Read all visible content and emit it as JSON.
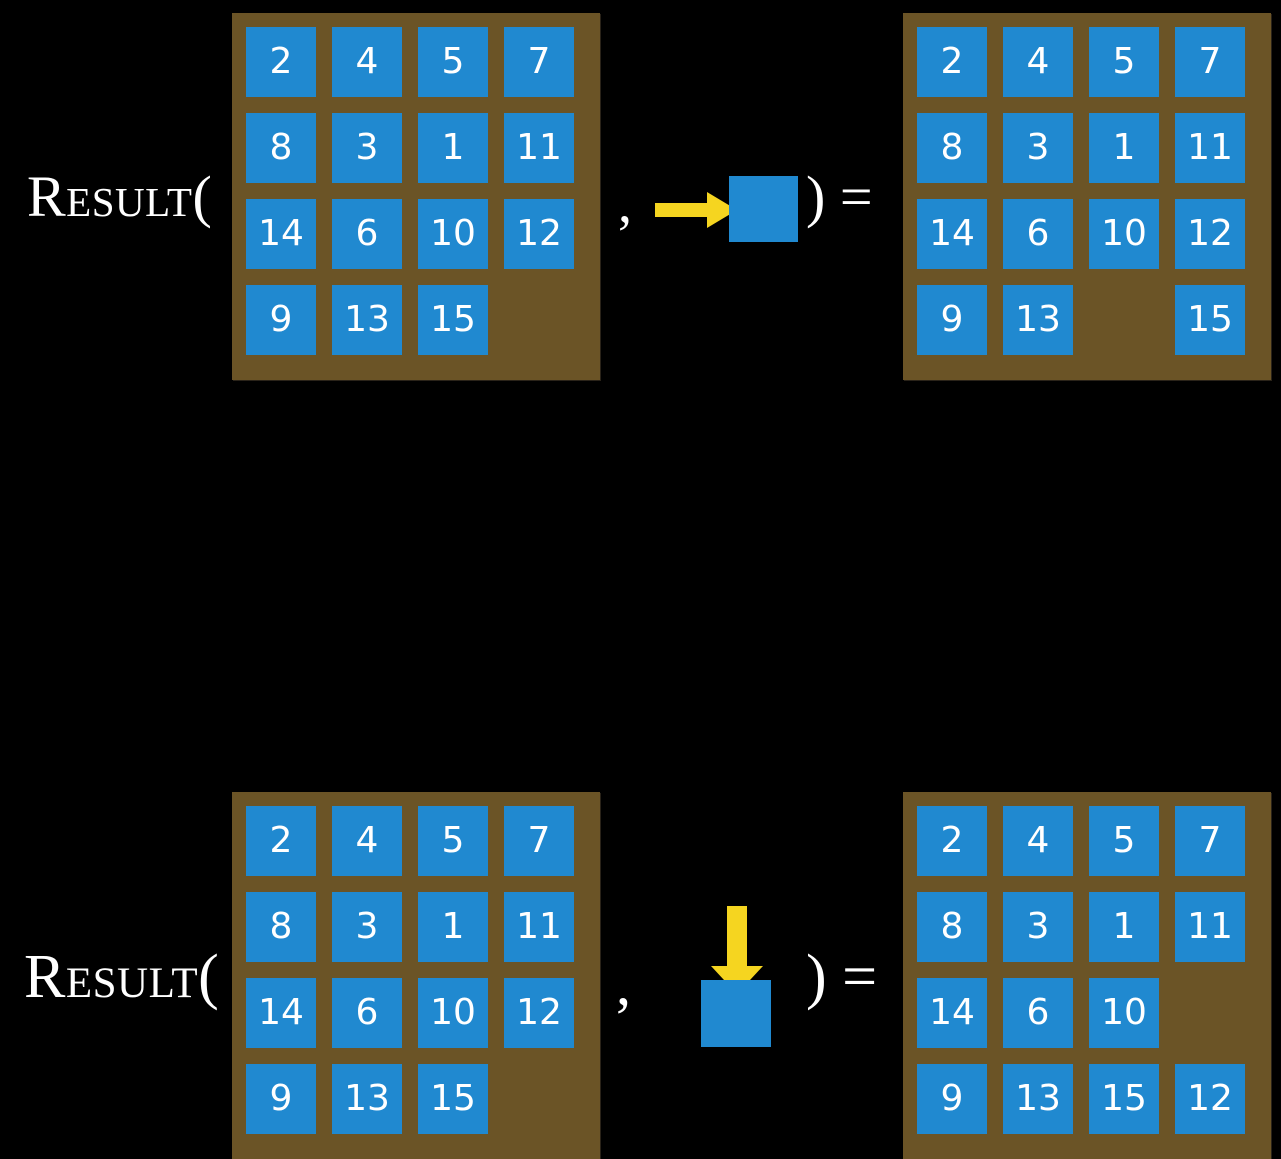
{
  "colors": {
    "background": "#000000",
    "board": "#6b5426",
    "tile": "#2089d0",
    "tile_text": "#ffffff",
    "arrow": "#f5d520",
    "label_text": "#ffffff"
  },
  "labels": {
    "result_open": "Result(",
    "comma": ",",
    "close_equals": ") ="
  },
  "icons": {
    "arrow_right": "arrow-right-icon",
    "arrow_down": "arrow-down-icon",
    "blank_tile": "blank-tile-icon"
  },
  "rows": [
    {
      "id": "row-1",
      "operation": "move-right",
      "arrow_direction": "right",
      "input_board": {
        "columns": 4,
        "rows": 4,
        "tiles": [
          [
            "2",
            "4",
            "5",
            "7"
          ],
          [
            "8",
            "3",
            "1",
            "11"
          ],
          [
            "14",
            "6",
            "10",
            "12"
          ],
          [
            "9",
            "13",
            "15",
            ""
          ]
        ]
      },
      "output_board": {
        "columns": 4,
        "rows": 4,
        "tiles": [
          [
            "2",
            "4",
            "5",
            "7"
          ],
          [
            "8",
            "3",
            "1",
            "11"
          ],
          [
            "14",
            "6",
            "10",
            "12"
          ],
          [
            "9",
            "13",
            "",
            "15"
          ]
        ]
      }
    },
    {
      "id": "row-2",
      "operation": "move-down",
      "arrow_direction": "down",
      "input_board": {
        "columns": 4,
        "rows": 4,
        "tiles": [
          [
            "2",
            "4",
            "5",
            "7"
          ],
          [
            "8",
            "3",
            "1",
            "11"
          ],
          [
            "14",
            "6",
            "10",
            "12"
          ],
          [
            "9",
            "13",
            "15",
            ""
          ]
        ]
      },
      "output_board": {
        "columns": 4,
        "rows": 4,
        "tiles": [
          [
            "2",
            "4",
            "5",
            "7"
          ],
          [
            "8",
            "3",
            "1",
            "11"
          ],
          [
            "14",
            "6",
            "10",
            ""
          ],
          [
            "9",
            "13",
            "15",
            "12"
          ]
        ]
      }
    }
  ]
}
